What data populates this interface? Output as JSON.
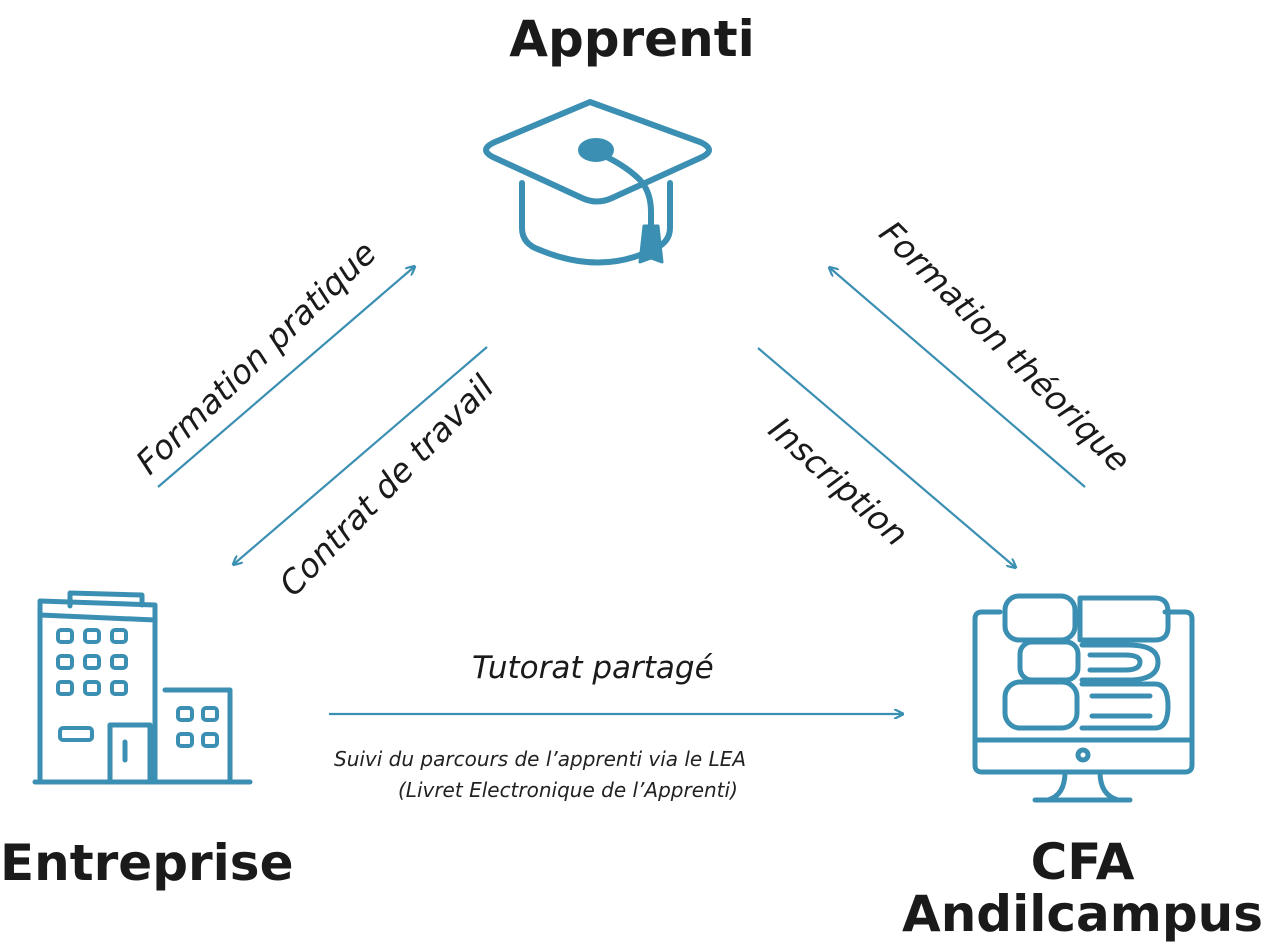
{
  "nodes": {
    "apprenti": {
      "title": "Apprenti",
      "icon": "graduation-cap-icon"
    },
    "entreprise": {
      "title": "Entreprise",
      "icon": "office-building-icon"
    },
    "cfa": {
      "title_line1": "CFA",
      "title_line2": "Andilcampus",
      "icon": "books-monitor-icon"
    }
  },
  "edges": {
    "formation_pratique": "Formation pratique",
    "contrat_de_travail": "Contrat de travail",
    "inscription": "Inscription",
    "formation_theorique": "Formation théorique",
    "tutorat_partage": "Tutorat partagé"
  },
  "note": {
    "line1": "Suivi du parcours de l’apprenti via le LEA",
    "line2": "(Livret Electronique de l’Apprenti)"
  },
  "colors": {
    "accent": "#3b8fb2",
    "text": "#1a1a1a"
  }
}
